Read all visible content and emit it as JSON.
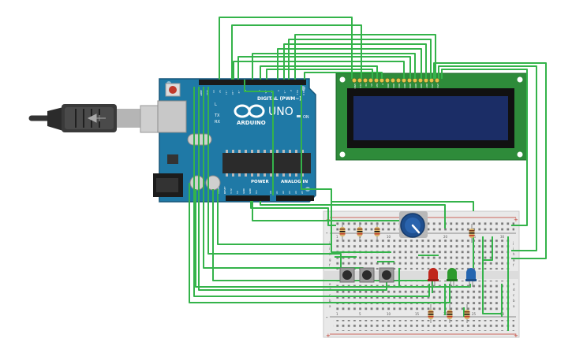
{
  "arduino": {
    "brand": "ARDUINO",
    "model": "UNO",
    "digital_label": "DIGITAL (PWM~)",
    "power_label": "POWER",
    "analog_label": "ANALOG IN",
    "on_label": "ON",
    "tx_label": "TX",
    "rx_label": "RX",
    "l_label": "L",
    "top_pins": [
      "AREF",
      "GND",
      "13",
      "12",
      "~11",
      "~10",
      "~9",
      "8",
      "7",
      "~6",
      "~5",
      "4",
      "~3",
      "2",
      "TX 1",
      "RX 0"
    ],
    "power_pins": [
      "IOREF",
      "RESET",
      "3.3V",
      "5V",
      "GND",
      "GND",
      "Vin"
    ],
    "analog_pins": [
      "A0",
      "A1",
      "A2",
      "A3",
      "A4",
      "A5"
    ]
  },
  "lcd": {
    "pin_labels": [
      "GND",
      "VCC",
      "V0",
      "RS",
      "RW",
      "E",
      "DB0",
      "DB1",
      "DB2",
      "DB3",
      "DB4",
      "DB5",
      "DB6",
      "DB7",
      "LED",
      "LED"
    ]
  },
  "breadboard": {
    "rail_plus": "+",
    "rail_minus": "-",
    "column_numbers": [
      "1",
      "5",
      "10",
      "15",
      "20",
      "25",
      "30"
    ],
    "row_letters_top": [
      "j",
      "i",
      "h",
      "g",
      "f"
    ],
    "row_letters_bottom": [
      "e",
      "d",
      "c",
      "b",
      "a"
    ]
  },
  "colors": {
    "wire": "#34b34a",
    "arduino_board": "#1f79a6",
    "lcd_pcb": "#2e8b3a",
    "lcd_screen": "#1b2d66",
    "breadboard": "#e9e9e9",
    "led_red": "#c0251b",
    "led_green": "#2d9a2d",
    "led_blue": "#2566b0",
    "pot_body": "#1f4f8f"
  }
}
